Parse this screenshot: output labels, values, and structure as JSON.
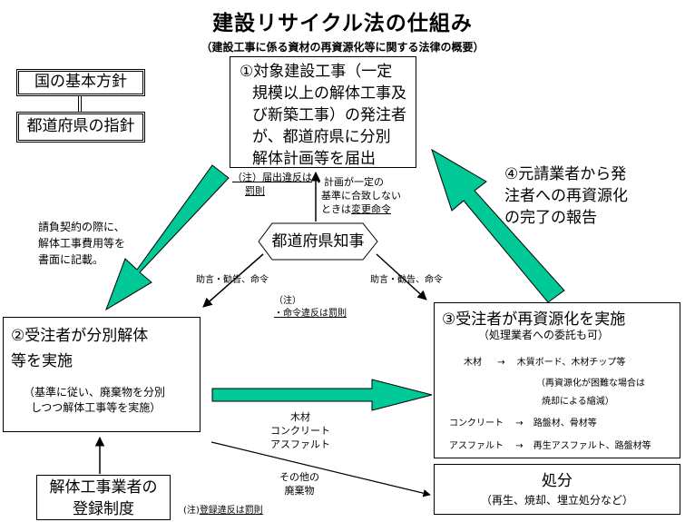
{
  "title": "建設リサイクル法の仕組み",
  "subtitle": "（建設工事に係る資材の再資源化等に関する法律の概要）",
  "policy": {
    "national": "国の基本方針",
    "prefectural": "都道府県の指針"
  },
  "box1": {
    "lines": [
      "①対象建設工事（一定",
      "規模以上の解体工事及",
      "び新築工事）の発注者",
      "が、都道府県に分別",
      "解体計画等を届出"
    ]
  },
  "note_notification": {
    "line1": "（注）届出違反は",
    "line2": "罰則"
  },
  "note_plan": {
    "line1": "・計画が一定の",
    "line2": "基準に合致しない",
    "line3_prefix": "ときは",
    "line3_link": "変更命令"
  },
  "governor": "都道府県知事",
  "contract_note": {
    "lines": [
      "請負契約の際に、",
      "解体工事費用等を",
      "書面に記載。"
    ]
  },
  "advice_left": "助言・勧告、命令",
  "advice_right": "助言・勧告、命令",
  "note_order": {
    "line1": "（注）",
    "line2": "・命令違反は罰則"
  },
  "report": {
    "lines": [
      "④元請業者から発",
      "注者への再資源化",
      "の完了の報告"
    ]
  },
  "box2": {
    "lines": [
      "②受注者が分別解体",
      "等を実施"
    ],
    "detail_lines": [
      "（基準に従い、廃棄物を分別",
      "しつつ解体工事等を実施）"
    ]
  },
  "box3": {
    "title": "③受注者が再資源化を実施",
    "subtitle": "（処理業者への委託も可）",
    "items": [
      {
        "material": "木材",
        "arrow": "→",
        "result": "木質ボード、木材チップ等"
      },
      {
        "material": "コンクリート",
        "arrow": "→",
        "result": "路盤材、骨材等"
      },
      {
        "material": "アスファルト",
        "arrow": "→",
        "result": "再生アスファルト、路盤材等"
      }
    ],
    "wood_note_lines": [
      "（再資源化が困難な場合は",
      "焼却による縮減）"
    ]
  },
  "materials_label": [
    "木材",
    "コンクリート",
    "アスファルト"
  ],
  "other_waste": [
    "その他の",
    "廃棄物"
  ],
  "disposal": {
    "title": "処分",
    "detail": "（再生、焼却、埋立処分など）"
  },
  "registration": {
    "lines": [
      "解体工事業者の",
      "登録制度"
    ]
  },
  "note_registration": {
    "prefix": "(注)",
    "text": "登録違反は罰則"
  },
  "colors": {
    "arrow_fill": "#00c896",
    "arrow_stroke": "#000000"
  }
}
